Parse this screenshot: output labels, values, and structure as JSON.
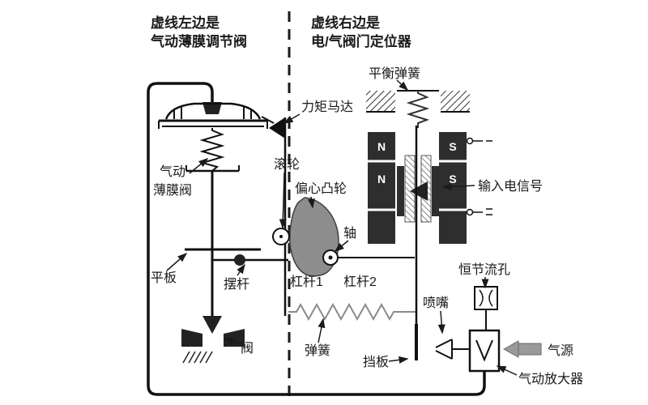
{
  "titles": {
    "left_line1": "虚线左边是",
    "left_line2": "气动薄膜调节阀",
    "right_line1": "虚线右边是",
    "right_line2": "电/气阀门定位器"
  },
  "labels": {
    "balance_spring": "平衡弹簧",
    "torque_motor": "力矩马达",
    "roller": "滚轮",
    "eccentric_cam": "偏心凸轮",
    "shaft": "轴",
    "input_signal": "输入电信号",
    "pneumatic_line1": "气动",
    "pneumatic_line2": "薄膜阀",
    "plate": "平板",
    "swing_rod": "摆杆",
    "lever1": "杠杆1",
    "lever2": "杠杆2",
    "constant_orifice": "恒节流孔",
    "nozzle": "喷嘴",
    "spring": "弹簧",
    "baffle": "挡板",
    "air_source": "气源",
    "amplifier": "气动放大器",
    "valve": "阀"
  },
  "magnet_poles": {
    "n": "N",
    "s": "S"
  },
  "colors": {
    "ink": "#1a1a1a",
    "cam_gray": "#8d8d8d",
    "magnet_dark": "#2e2e2e",
    "air_arrow_gray": "#9a9a9a",
    "spring_gray": "#8a8a8a"
  }
}
